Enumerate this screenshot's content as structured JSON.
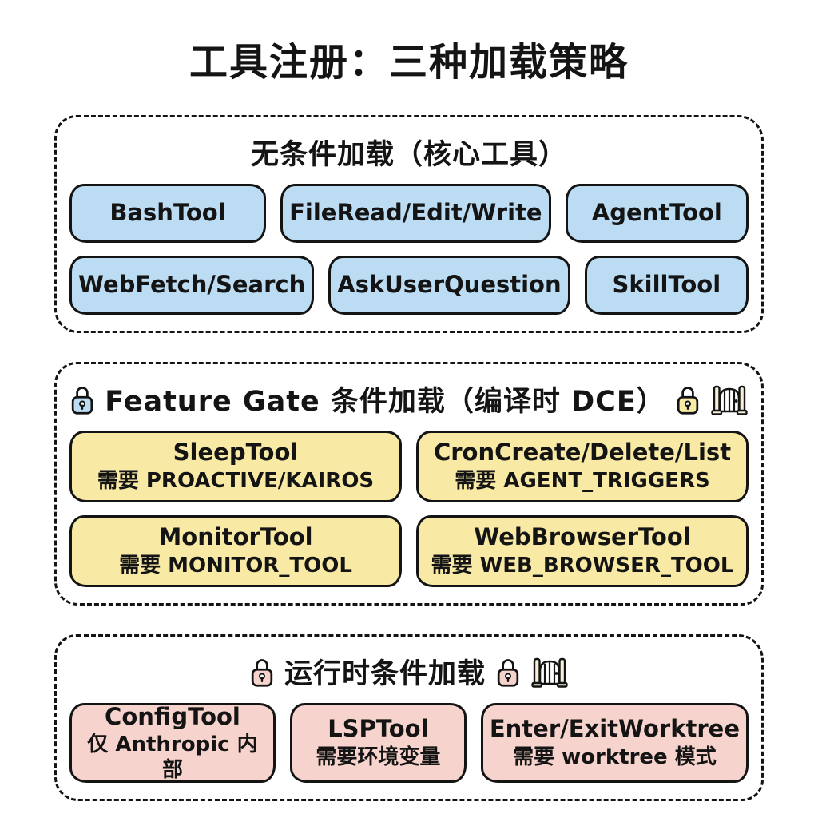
{
  "title": "工具注册：三种加载策略",
  "colors": {
    "box_blue": "#bcdcf3",
    "box_yellow": "#f8e9a4",
    "box_pink": "#f6d3cc",
    "ink": "#141414"
  },
  "sections": {
    "unconditional": {
      "header": "无条件加载（核心工具）",
      "tools": [
        "BashTool",
        "FileRead/Edit/Write",
        "AgentTool",
        "WebFetch/Search",
        "AskUserQuestion",
        "SkillTool"
      ]
    },
    "feature_gate": {
      "header": "Feature Gate 条件加载（编译时 DCE）",
      "leading_icon": "lock-icon-blue",
      "trailing_icons": [
        "lock-icon-yellow",
        "gate-icon"
      ],
      "tools": [
        {
          "name": "SleepTool",
          "requirement": "需要 PROACTIVE/KAIROS"
        },
        {
          "name": "CronCreate/Delete/List",
          "requirement": "需要 AGENT_TRIGGERS"
        },
        {
          "name": "MonitorTool",
          "requirement": "需要 MONITOR_TOOL"
        },
        {
          "name": "WebBrowserTool",
          "requirement": "需要 WEB_BROWSER_TOOL"
        }
      ]
    },
    "runtime": {
      "header": "运行时条件加载",
      "leading_icon": "lock-icon-pink",
      "trailing_icons": [
        "lock-icon-pink",
        "gate-icon"
      ],
      "tools": [
        {
          "name": "ConfigTool",
          "requirement": "仅 Anthropic 内部"
        },
        {
          "name": "LSPTool",
          "requirement": "需要环境变量"
        },
        {
          "name": "Enter/ExitWorktree",
          "requirement": "需要 worktree 模式"
        }
      ]
    }
  }
}
